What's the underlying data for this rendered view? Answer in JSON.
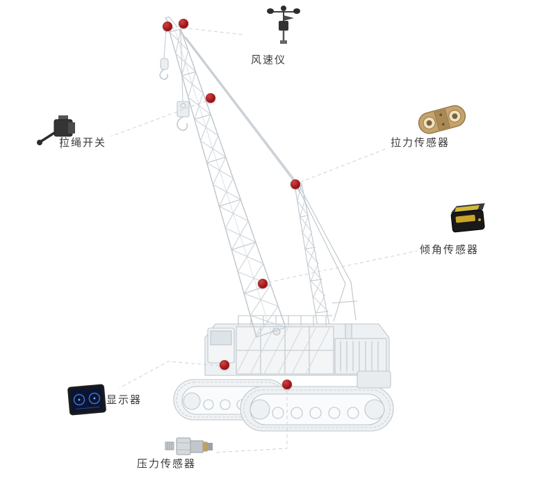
{
  "diagram": {
    "illustration": "crawler-crane",
    "accent_color": "#a3161b",
    "callout_line_color": "#cdd0d3",
    "callouts": [
      {
        "id": "anemometer",
        "label": "风速仪",
        "icon": "anemometer-icon"
      },
      {
        "id": "pull-rope-switch",
        "label": "拉绳开关",
        "icon": "pull-rope-switch-icon"
      },
      {
        "id": "tension-sensor",
        "label": "拉力传感器",
        "icon": "tension-sensor-icon"
      },
      {
        "id": "tilt-sensor",
        "label": "倾角传感器",
        "icon": "tilt-sensor-icon"
      },
      {
        "id": "display",
        "label": "显示器",
        "icon": "display-icon"
      },
      {
        "id": "pressure-sensor",
        "label": "压力传感器",
        "icon": "pressure-sensor-icon"
      }
    ],
    "markers": [
      {
        "id": "boom-head-aux"
      },
      {
        "id": "boom-head"
      },
      {
        "id": "upper-boom"
      },
      {
        "id": "mast-top"
      },
      {
        "id": "mid-boom"
      },
      {
        "id": "superstructure"
      },
      {
        "id": "undercarriage"
      }
    ]
  }
}
